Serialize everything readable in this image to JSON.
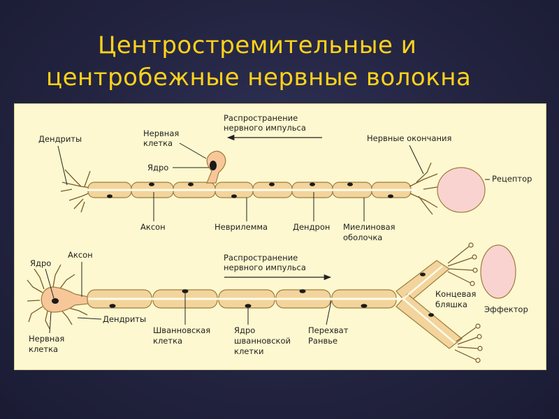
{
  "slide": {
    "title_line1": "Центростремительные и",
    "title_line2": "центробежные нервные волокна"
  },
  "colors": {
    "background": "#262845",
    "title": "#ffd21a",
    "panel": "#fdf8cf",
    "myelin": "#f2d49c",
    "nerve_cell": "#f7c79a",
    "receptor": "#f9d3d0",
    "nucleus": "#1a1a1a"
  },
  "top_diagram": {
    "dendrites": "Дендриты",
    "nerve_cell_line1": "Нервная",
    "nerve_cell_line2": "клетка",
    "nucleus": "Ядро",
    "propagation_line1": "Распространение",
    "propagation_line2": "нервного импульса",
    "nerve_endings": "Нервные окончания",
    "receptor": "Рецептор",
    "axon": "Аксон",
    "neurilemma": "Неврилемма",
    "dendron": "Дендрон",
    "myelin_line1": "Миелиновая",
    "myelin_line2": "оболочка"
  },
  "bottom_diagram": {
    "nucleus": "Ядро",
    "axon": "Аксон",
    "propagation_line1": "Распространение",
    "propagation_line2": "нервного импульса",
    "end_plate_line1": "Концевая",
    "end_plate_line2": "бляшка",
    "effector": "Эффектор",
    "nerve_cell_line1": "Нервная",
    "nerve_cell_line2": "клетка",
    "dendrites": "Дендриты",
    "schwann_line1": "Шванновская",
    "schwann_line2": "клетка",
    "schwann_nucleus_line1": "Ядро",
    "schwann_nucleus_line2": "шванновской",
    "schwann_nucleus_line3": "клетки",
    "ranvier_line1": "Перехват",
    "ranvier_line2": "Ранвье"
  }
}
